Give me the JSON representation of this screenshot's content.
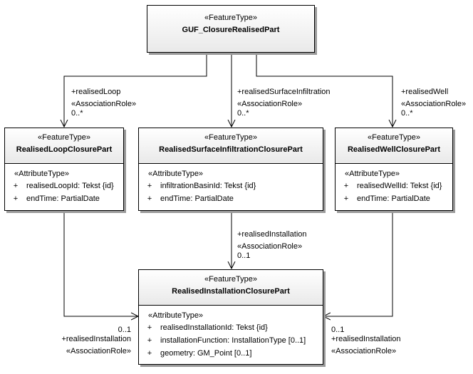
{
  "classes": {
    "guf": {
      "stereotype": "«FeatureType»",
      "name": "GUF_ClosureRealisedPart"
    },
    "loop": {
      "stereotype": "«FeatureType»",
      "name": "RealisedLoopClosurePart",
      "attr_stereotype": "«AttributeType»",
      "attributes": [
        {
          "vis": "+",
          "text": "realisedLoopId: Tekst {id}"
        },
        {
          "vis": "+",
          "text": "endTime: PartialDate"
        }
      ]
    },
    "surface": {
      "stereotype": "«FeatureType»",
      "name": "RealisedSurfaceInfiltrationClosurePart",
      "attr_stereotype": "«AttributeType»",
      "attributes": [
        {
          "vis": "+",
          "text": "infiltrationBasinId: Tekst {id}"
        },
        {
          "vis": "+",
          "text": "endTime: PartialDate"
        }
      ]
    },
    "well": {
      "stereotype": "«FeatureType»",
      "name": "RealisedWellClosurePart",
      "attr_stereotype": "«AttributeType»",
      "attributes": [
        {
          "vis": "+",
          "text": "realisedWellId: Tekst {id}"
        },
        {
          "vis": "+",
          "text": "endTime: PartialDate"
        }
      ]
    },
    "installation": {
      "stereotype": "«FeatureType»",
      "name": "RealisedInstallationClosurePart",
      "attr_stereotype": "«AttributeType»",
      "attributes": [
        {
          "vis": "+",
          "text": "realisedInstallationId: Tekst {id}"
        },
        {
          "vis": "+",
          "text": "installationFunction: InstallationType [0..1]"
        },
        {
          "vis": "+",
          "text": "geometry: GM_Point [0..1]"
        }
      ]
    }
  },
  "associations": {
    "loop": {
      "role": "+realisedLoop",
      "stereotype": "«AssociationRole»",
      "multiplicity": "0..*"
    },
    "surface": {
      "role": "+realisedSurfaceInfiltration",
      "stereotype": "«AssociationRole»",
      "multiplicity": "0..*"
    },
    "well": {
      "role": "+realisedWell",
      "stereotype": "«AssociationRole»",
      "multiplicity": "0..*"
    },
    "inst_top": {
      "role": "+realisedInstallation",
      "stereotype": "«AssociationRole»",
      "multiplicity": "0..1"
    },
    "inst_left": {
      "role": "+realisedInstallation",
      "stereotype": "«AssociationRole»",
      "multiplicity": "0..1"
    },
    "inst_right": {
      "role": "+realisedInstallation",
      "stereotype": "«AssociationRole»",
      "multiplicity": "0..1"
    }
  }
}
